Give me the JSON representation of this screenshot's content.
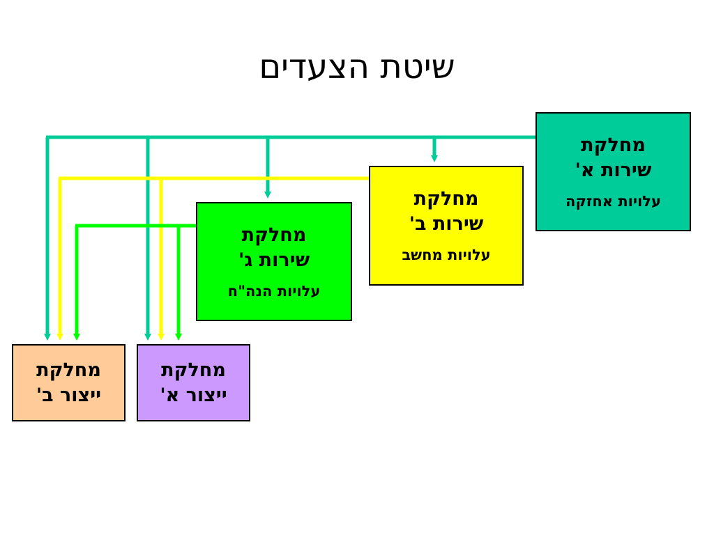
{
  "title": "שיטת הצעדים",
  "colors": {
    "service_a": "#00cc99",
    "service_b": "#ffff00",
    "service_c": "#00ff00",
    "production_b": "#ffcc99",
    "production_a": "#cc99ff",
    "line_a": "#00cc99",
    "line_b": "#ffff00",
    "line_c": "#00ff00"
  },
  "boxes": {
    "service_a": {
      "line1": "מחלקת",
      "line2": "שירות א'",
      "cost": "עלויות אחזקה"
    },
    "service_b": {
      "line1": "מחלקת",
      "line2": "שירות ב'",
      "cost": "עלויות מחשב"
    },
    "service_c": {
      "line1": "מחלקת",
      "line2": "שירות ג'",
      "cost": "עלויות הנה\"ח"
    },
    "production_b": {
      "line1": "מחלקת",
      "line2": "ייצור ב'"
    },
    "production_a": {
      "line1": "מחלקת",
      "line2": "ייצור א'"
    }
  }
}
